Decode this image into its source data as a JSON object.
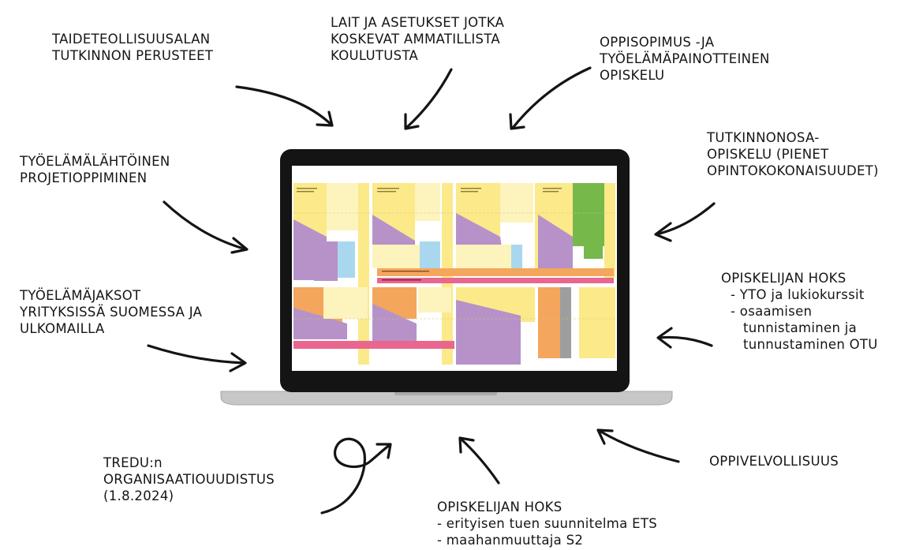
{
  "labels": {
    "taideteollisuus": [
      "TAIDETEOLLISUUSALAN",
      "TUTKINNON PERUSTEET"
    ],
    "lait": [
      "LAIT JA ASETUKSET JOTKA",
      "KOSKEVAT AMMATILLISTA",
      "KOULUTUSTA"
    ],
    "oppisopimus": [
      "OPPISOPIMUS -JA",
      "TYÖELÄMÄPAINOTTEINEN",
      "OPISKELU"
    ],
    "projekti": [
      "TYÖELÄMÄLÄHTÖINEN",
      "PROJETIOPPIMINEN"
    ],
    "tutkinnonosa": [
      "TUTKINNONOSA-",
      "OPISKELU (PIENET",
      "OPINTOKOKONAISUUDET)"
    ],
    "jaksot": [
      "TYÖELÄMÄJAKSOT",
      "YRITYKSISSÄ  SUOMESSA JA",
      "ULKOMAILLA"
    ],
    "hoks1": {
      "title": "OPISKELIJAN HOKS",
      "items": [
        "-  YTO ja lukiokurssit",
        "-  osaamisen",
        "tunnistaminen ja",
        "tunnustaminen OTU"
      ]
    },
    "tredu": [
      "TREDU:n",
      "ORGANISAATIOUUDISTUS",
      "(1.8.2024)"
    ],
    "oppivelvollisuus": [
      "OPPIVELVOLLISUUS"
    ],
    "hoks2": {
      "title": "OPISKELIJAN HOKS",
      "items": [
        "-  erityisen tuen suunnitelma ETS",
        "-  maahanmuuttaja S2"
      ]
    }
  },
  "colors": {
    "screen_yellow": "#fbe98a",
    "screen_light_yellow": "#fdf3bd",
    "screen_purple": "#b692c8",
    "screen_orange": "#f3a65c",
    "screen_pink": "#e9668f",
    "screen_blue": "#a9d8ee",
    "screen_green": "#76b84a",
    "bezel": "#141414",
    "base": "#c9c9c9"
  }
}
